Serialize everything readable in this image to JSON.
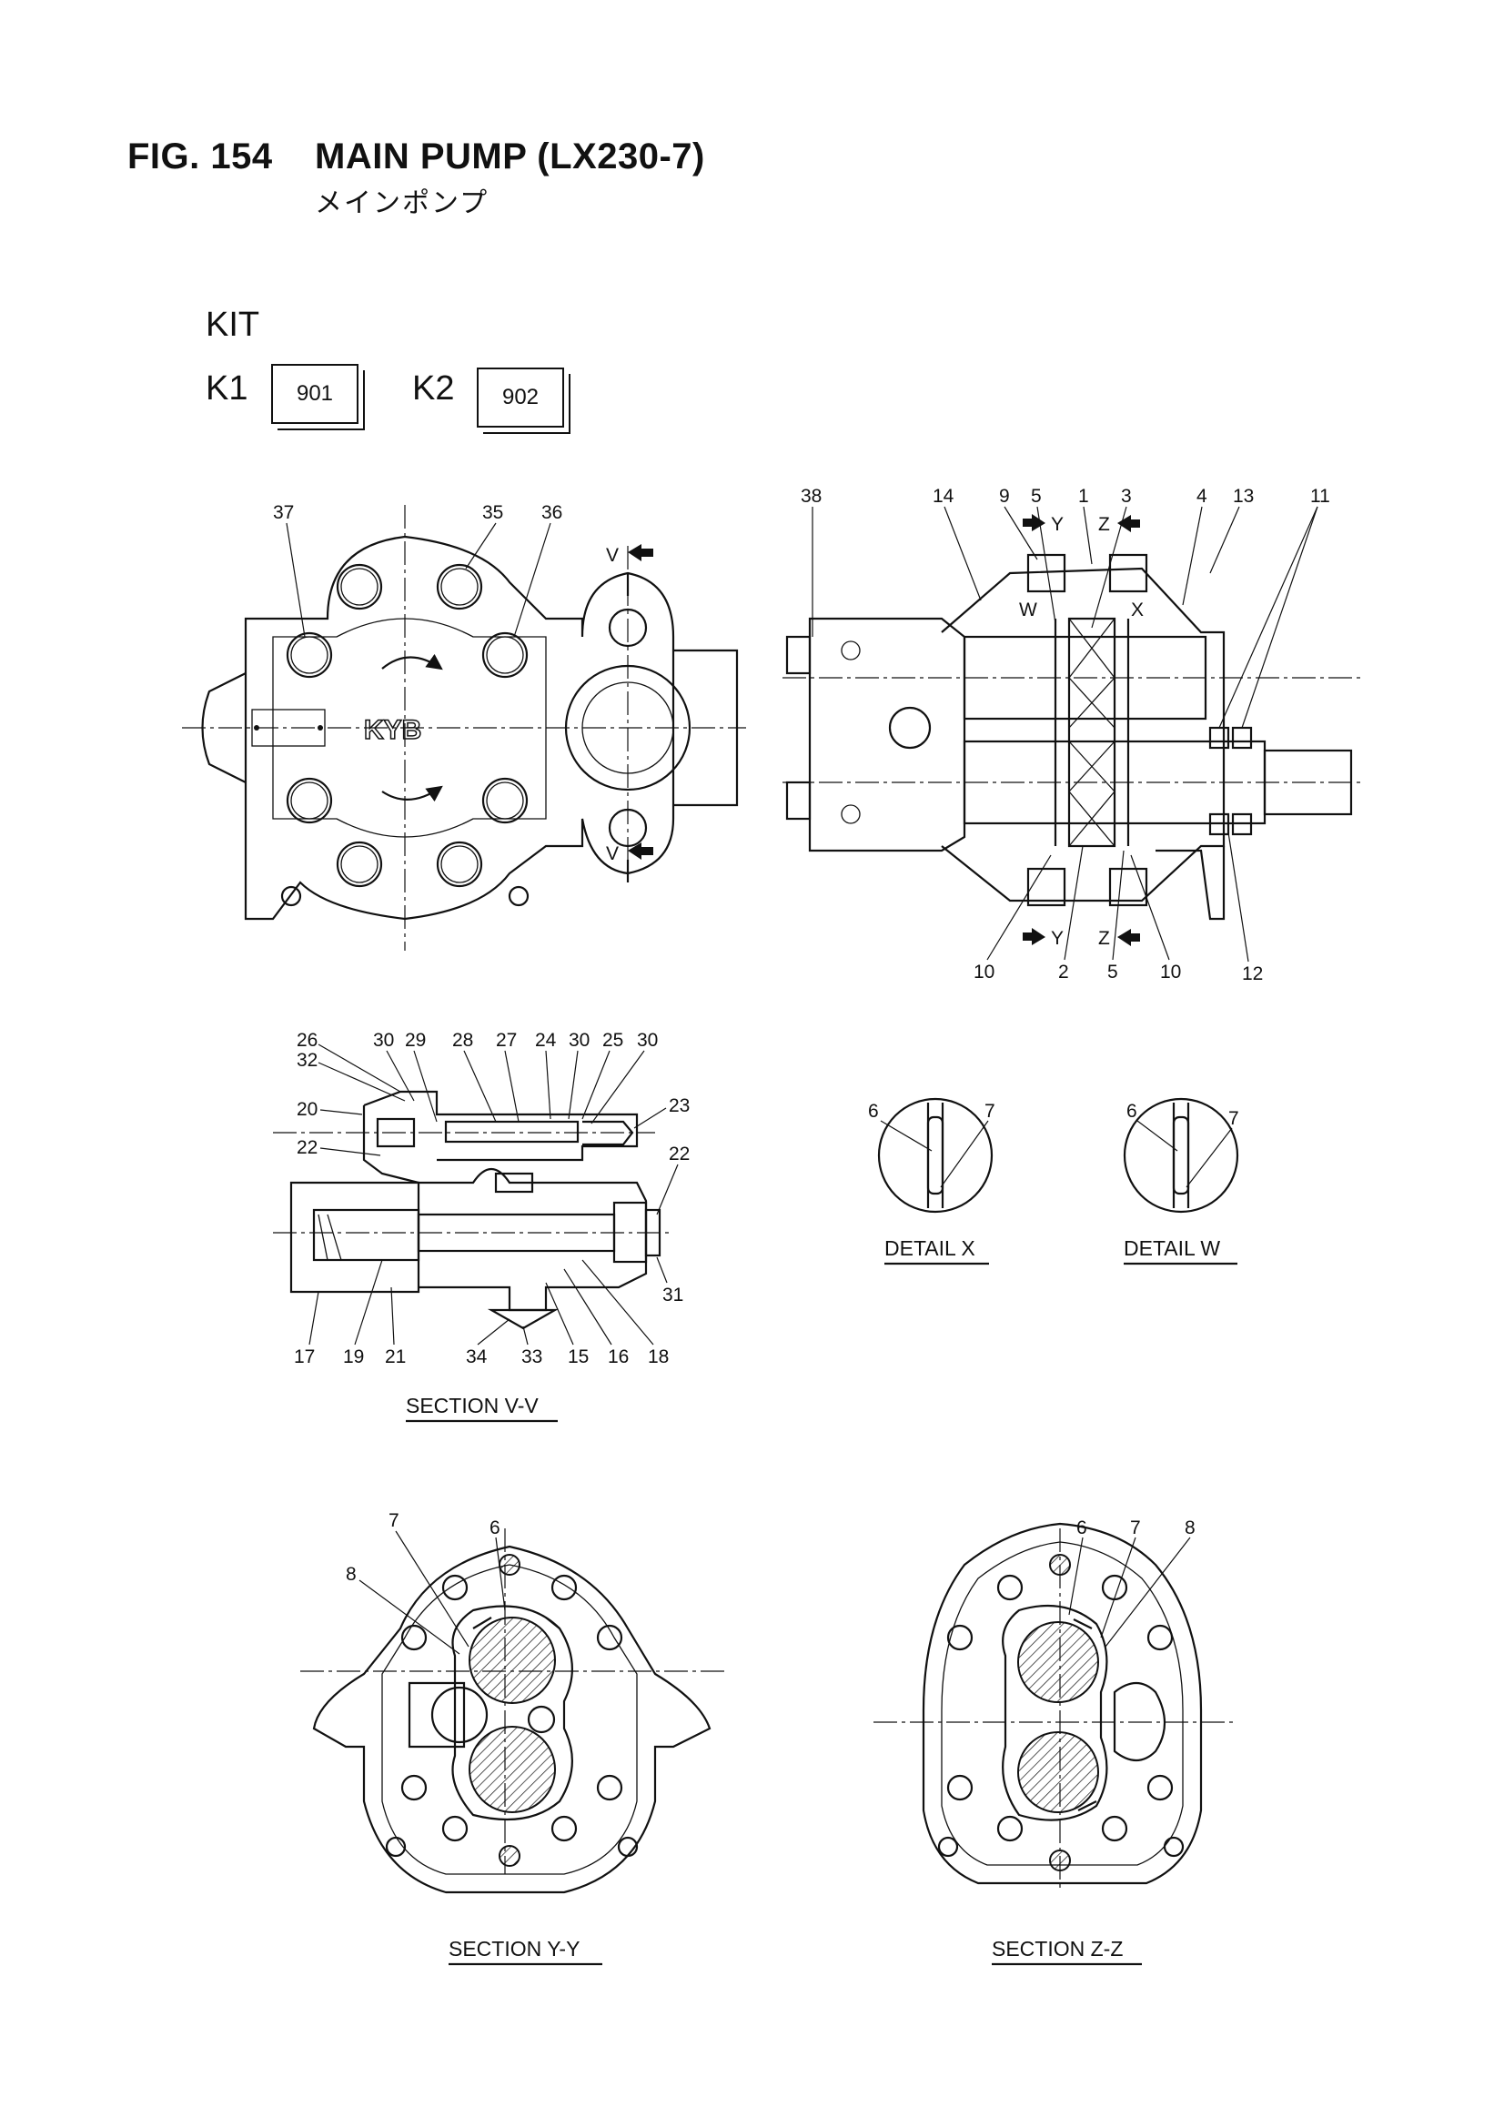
{
  "header": {
    "fig": "FIG. 154",
    "title": "MAIN PUMP (LX230-7)",
    "subtitle": "メインポンプ"
  },
  "kit": {
    "heading": "KIT",
    "items": [
      {
        "label": "K1",
        "code": "901"
      },
      {
        "label": "K2",
        "code": "902"
      }
    ]
  },
  "views": {
    "front": {
      "numbers": [
        "37",
        "35",
        "36"
      ],
      "section_marks": [
        "V",
        "V"
      ],
      "logo": "KYB"
    },
    "side": {
      "top_numbers": [
        "38",
        "14",
        "9",
        "5",
        "1",
        "3",
        "4",
        "13",
        "11"
      ],
      "bottom_numbers": [
        "10",
        "2",
        "5",
        "10",
        "12"
      ],
      "section_marks": [
        "Y",
        "Z",
        "Y",
        "Z"
      ],
      "detail_marks": [
        "W",
        "X"
      ]
    },
    "section_vv": {
      "caption": "SECTION V-V",
      "top_numbers": [
        "26",
        "32",
        "30",
        "29",
        "28",
        "27",
        "24",
        "30",
        "25",
        "30"
      ],
      "side_numbers": [
        "20",
        "22",
        "23",
        "22",
        "31"
      ],
      "bottom_numbers": [
        "17",
        "19",
        "21",
        "34",
        "33",
        "15",
        "16",
        "18"
      ]
    },
    "detail_x": {
      "caption": "DETAIL X",
      "numbers": [
        "6",
        "7"
      ]
    },
    "detail_w": {
      "caption": "DETAIL W",
      "numbers": [
        "6",
        "7"
      ]
    },
    "section_yy": {
      "caption": "SECTION Y-Y",
      "numbers": [
        "7",
        "6",
        "8"
      ]
    },
    "section_zz": {
      "caption": "SECTION Z-Z",
      "numbers": [
        "6",
        "7",
        "8"
      ]
    }
  }
}
